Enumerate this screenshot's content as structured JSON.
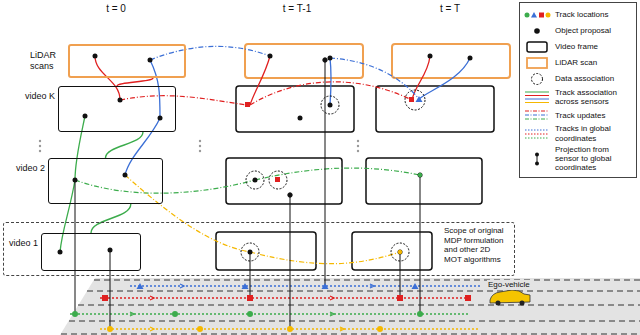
{
  "diagram": {
    "nodes": [
      {
        "text": [
          "LiDAR scans"
        ]
      },
      {
        "text": [
          "video K"
        ]
      },
      {
        "text": [
          "video 2"
        ]
      },
      {
        "text": [
          "Scope of original MDP formulation and other 2D MOT algorithms"
        ]
      },
      {
        "text": [
          "video 1"
        ],
        "in": 3
      }
    ],
    "edges": [
      {
        "from": 0,
        "to": 1,
        "arrow": "none"
      },
      {
        "from": 1,
        "to": 2,
        "arrow": "none"
      },
      {
        "from": 2,
        "to": 4,
        "arrow": "none"
      }
    ],
    "labels": [
      "t = 0",
      "t = T-1",
      "t = T",
      "Ego-vehicle"
    ],
    "legend": [
      {
        "text": "Track locations"
      },
      {
        "text": "Object proposal"
      },
      {
        "text": "Video frame"
      },
      {
        "text": "LiDAR scan"
      },
      {
        "text": "Data association"
      },
      {
        "text": "Track association across sensors"
      },
      {
        "text": "Track updates"
      },
      {
        "text": "Tracks in global coordinates"
      },
      {
        "text": "Projection from sensor to global coordinates"
      }
    ]
  }
}
